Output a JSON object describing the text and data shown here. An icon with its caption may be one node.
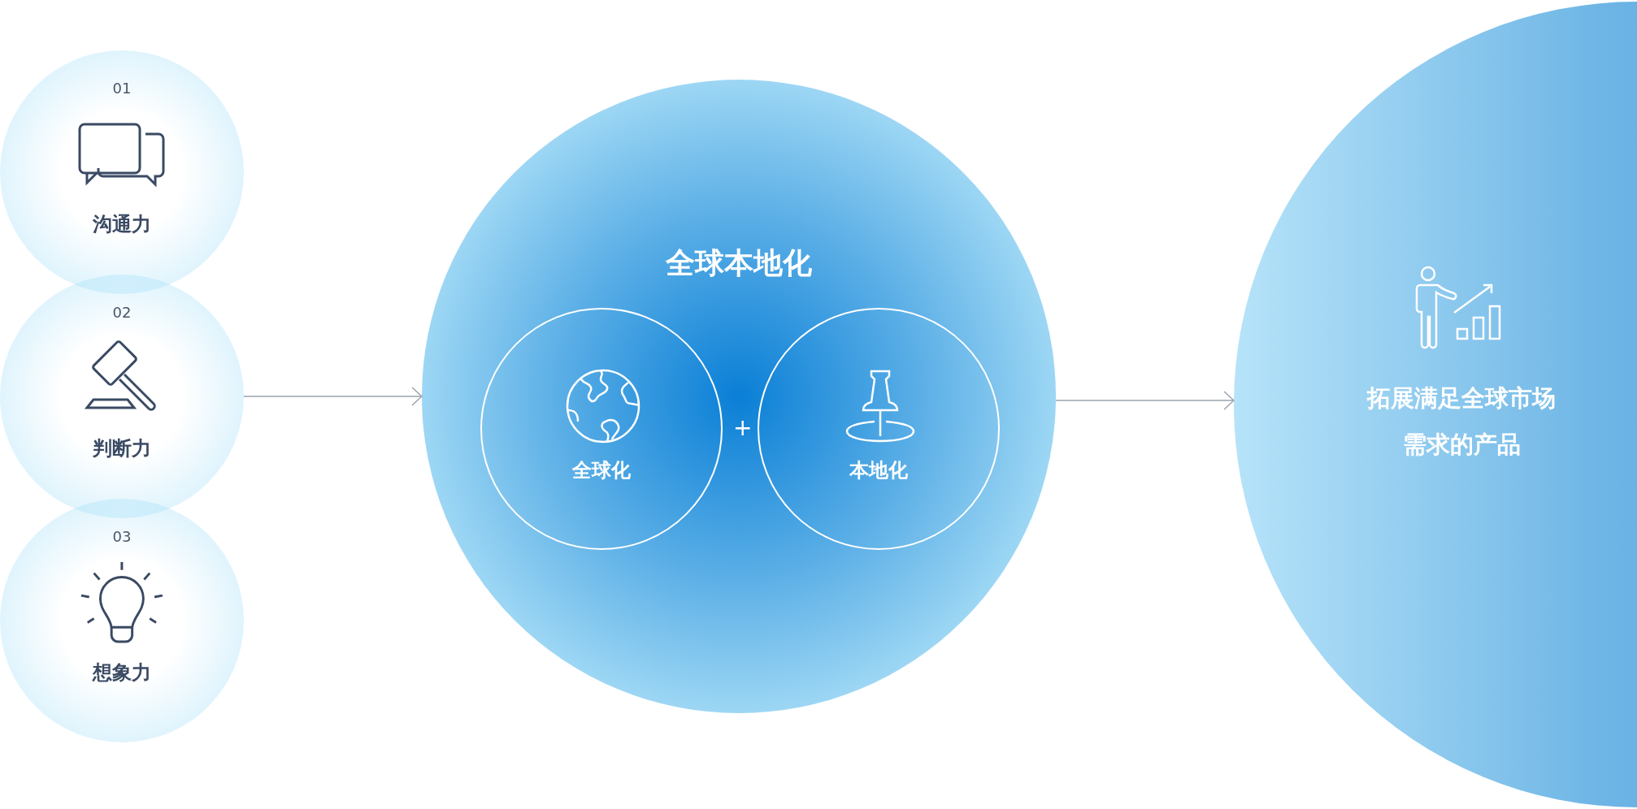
{
  "diagram": {
    "nodes": [
      {
        "text": [
          "01",
          "沟通力"
        ]
      },
      {
        "text": [
          "02",
          "判断力"
        ]
      },
      {
        "text": [
          "03",
          "想象力"
        ]
      },
      {
        "text": [
          "全球本地化"
        ]
      },
      {
        "text": [
          "全球化"
        ],
        "in": 3
      },
      {
        "text": [
          "本地化"
        ],
        "in": 3
      },
      {
        "text": [
          "拓展满足全球市场需求的产品"
        ]
      }
    ],
    "edges": [
      {
        "from": 1,
        "to": 3,
        "arrow": "to"
      },
      {
        "from": 3,
        "to": 6,
        "arrow": "to"
      }
    ],
    "labels": [
      "+"
    ]
  }
}
